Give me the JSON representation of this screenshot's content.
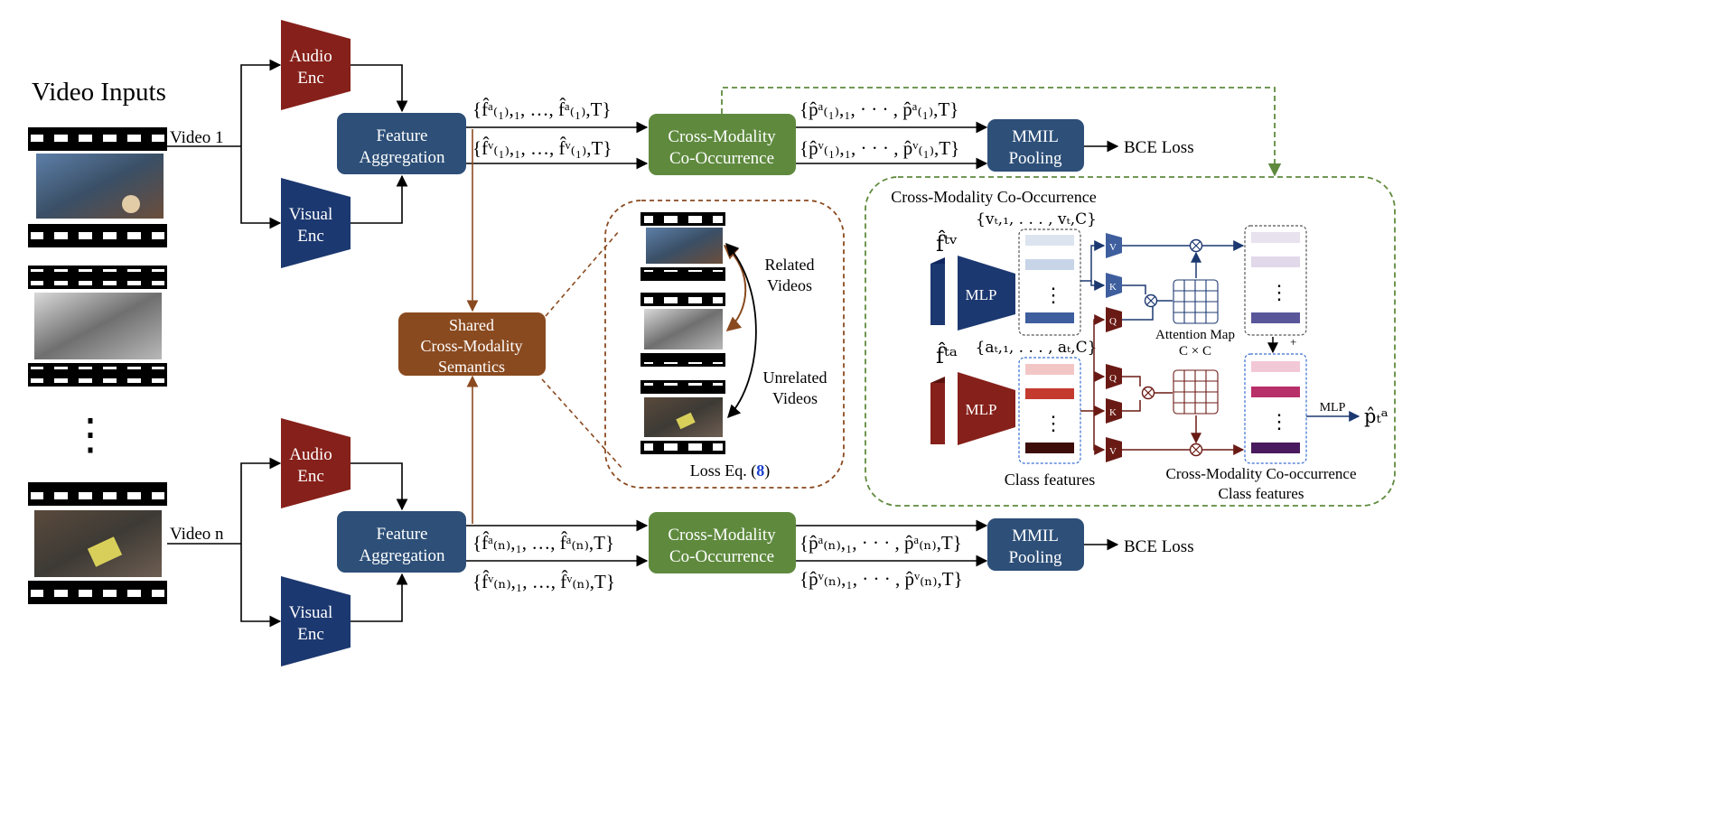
{
  "inputs_title": "Video Inputs",
  "videos": {
    "first": "Video 1",
    "last": "Video n",
    "ellipsis": "⋮"
  },
  "encoders": {
    "audio": [
      "Audio",
      "Enc"
    ],
    "visual": [
      "Visual",
      "Enc"
    ]
  },
  "feature_aggregation": [
    "Feature",
    "Aggregation"
  ],
  "cross_modality": [
    "Cross-Modality",
    "Co-Occurrence"
  ],
  "mmil": [
    "MMIL",
    "Pooling"
  ],
  "bce_loss": "BCE Loss",
  "shared": [
    "Shared",
    "Cross-Modality",
    "Semantics"
  ],
  "related_videos": [
    "Related",
    "Videos"
  ],
  "unrelated_videos": [
    "Unrelated",
    "Videos"
  ],
  "loss_eq": {
    "prefix": "Loss Eq. (",
    "number": "8",
    "suffix": ")"
  },
  "math": {
    "f_a_1": "{f̂ᵃ₍₁₎,₁, …, f̂ᵃ₍₁₎,T}",
    "f_v_1": "{f̂ᵛ₍₁₎,₁, …, f̂ᵛ₍₁₎,T}",
    "p_a_1": "{p̂ᵃ₍₁₎,₁, · · · , p̂ᵃ₍₁₎,T}",
    "p_v_1": "{p̂ᵛ₍₁₎,₁, · · · , p̂ᵛ₍₁₎,T}",
    "f_a_n": "{f̂ᵃ₍ₙ₎,₁, …, f̂ᵃ₍ₙ₎,T}",
    "f_v_n": "{f̂ᵛ₍ₙ₎,₁, …, f̂ᵛ₍ₙ₎,T}",
    "p_a_n": "{p̂ᵃ₍ₙ₎,₁, · · · , p̂ᵃ₍ₙ₎,T}",
    "p_v_n": "{p̂ᵛ₍ₙ₎,₁, · · · , p̂ᵛ₍ₙ₎,T}"
  },
  "detail": {
    "title": "Cross-Modality Co-Occurrence",
    "v_set": "{vₜ,₁, . . . , vₜ,C}",
    "a_set": "{aₜ,₁, . . . , aₜ,C}",
    "ft_v": "f̂ᵗᵛ",
    "ft_a": "f̂ᵗᵃ",
    "mlp": "MLP",
    "v_label": "V",
    "k_label": "K",
    "q_label": "Q",
    "attention_map": [
      "Attention Map",
      "C × C"
    ],
    "plus": "+",
    "class_features": "Class features",
    "cooc_class_features": [
      "Cross-Modality Co-occurrence",
      "Class features"
    ],
    "out_mlp": "MLP",
    "pt_a": "p̂ₜᵃ"
  },
  "colors": {
    "blue_box": "#2d4f78",
    "green_box": "#5f8a3e",
    "brown_box": "#8a4a1f",
    "audio_enc": "#86201a",
    "visual_enc": "#1c3870",
    "dashed_green": "#5f8a3e",
    "dashed_brown": "#8a4a1f"
  }
}
